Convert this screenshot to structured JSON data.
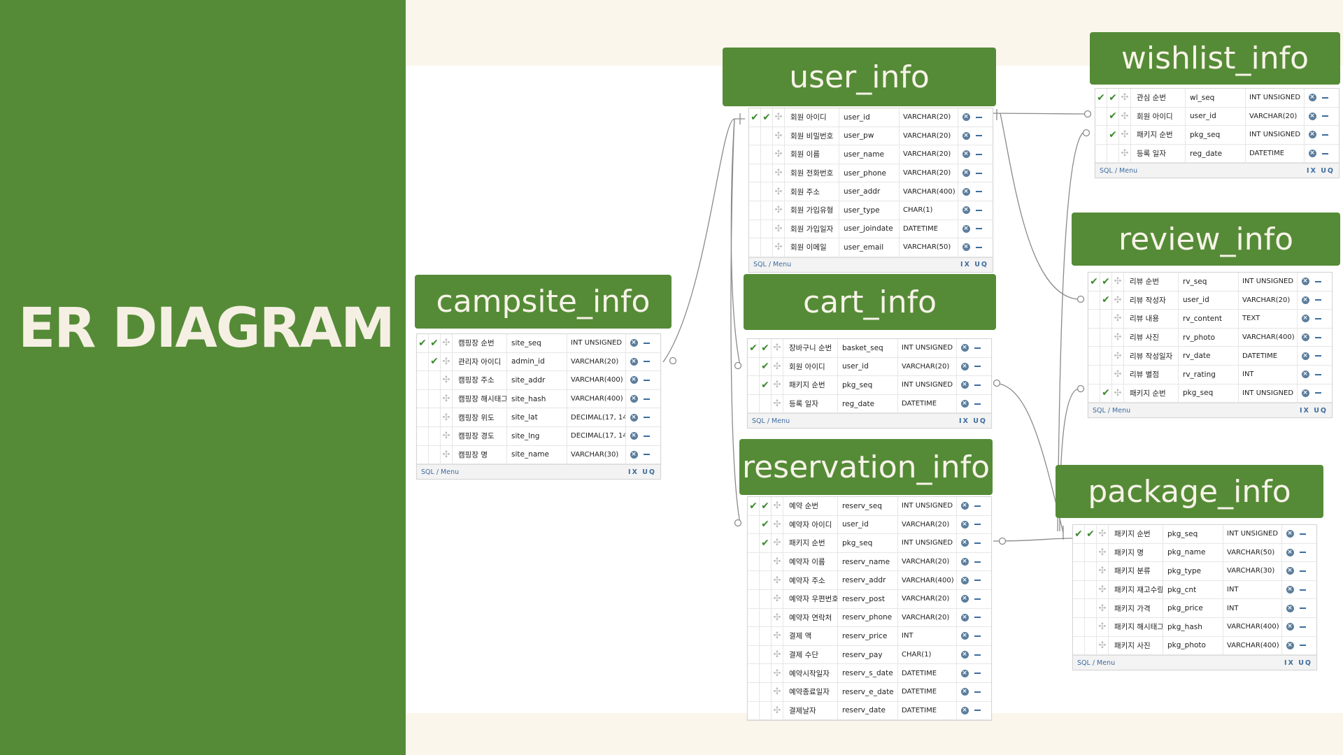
{
  "title": "ER DIAGRAM",
  "footer_sql": "SQL / Menu",
  "footer_tools": "IX UQ",
  "tables": {
    "user_info": {
      "name": "user_info",
      "rows": [
        {
          "comment": "회원 아이디",
          "column": "user_id",
          "type": "VARCHAR(20)"
        },
        {
          "comment": "회원 비밀번호",
          "column": "user_pw",
          "type": "VARCHAR(20)"
        },
        {
          "comment": "회원 이름",
          "column": "user_name",
          "type": "VARCHAR(20)"
        },
        {
          "comment": "회원 전화번호",
          "column": "user_phone",
          "type": "VARCHAR(20)"
        },
        {
          "comment": "회원 주소",
          "column": "user_addr",
          "type": "VARCHAR(400)"
        },
        {
          "comment": "회원 가입유형",
          "column": "user_type",
          "type": "CHAR(1)"
        },
        {
          "comment": "회원 가입일자",
          "column": "user_joindate",
          "type": "DATETIME"
        },
        {
          "comment": "회원 이메일",
          "column": "user_email",
          "type": "VARCHAR(50)"
        }
      ]
    },
    "campsite_info": {
      "name": "campsite_info",
      "rows": [
        {
          "comment": "캠핑장 순번",
          "column": "site_seq",
          "type": "INT UNSIGNED"
        },
        {
          "comment": "관리자 아이디",
          "column": "admin_id",
          "type": "VARCHAR(20)"
        },
        {
          "comment": "캠핑장 주소",
          "column": "site_addr",
          "type": "VARCHAR(400)"
        },
        {
          "comment": "캠핑장 해시태그",
          "column": "site_hash",
          "type": "VARCHAR(400)"
        },
        {
          "comment": "캠핑장 위도",
          "column": "site_lat",
          "type": "DECIMAL(17, 14"
        },
        {
          "comment": "캠핑장 경도",
          "column": "site_lng",
          "type": "DECIMAL(17, 14"
        },
        {
          "comment": "캠핑장 명",
          "column": "site_name",
          "type": "VARCHAR(30)"
        }
      ]
    },
    "cart_info": {
      "name": "cart_info",
      "rows": [
        {
          "comment": "장바구니 순번",
          "column": "basket_seq",
          "type": "INT UNSIGNED"
        },
        {
          "comment": "회원 아이디",
          "column": "user_id",
          "type": "VARCHAR(20)"
        },
        {
          "comment": "패키지 순번",
          "column": "pkg_seq",
          "type": "INT UNSIGNED"
        },
        {
          "comment": "등록 일자",
          "column": "reg_date",
          "type": "DATETIME"
        }
      ]
    },
    "reservation_info": {
      "name": "reservation_info",
      "rows": [
        {
          "comment": "예약 순번",
          "column": "reserv_seq",
          "type": "INT UNSIGNED"
        },
        {
          "comment": "예약자 아이디",
          "column": "user_id",
          "type": "VARCHAR(20)"
        },
        {
          "comment": "패키지 순번",
          "column": "pkg_seq",
          "type": "INT UNSIGNED"
        },
        {
          "comment": "예약자 이름",
          "column": "reserv_name",
          "type": "VARCHAR(20)"
        },
        {
          "comment": "예약자 주소",
          "column": "reserv_addr",
          "type": "VARCHAR(400)"
        },
        {
          "comment": "예약자 우편번호",
          "column": "reserv_post",
          "type": "VARCHAR(20)"
        },
        {
          "comment": "예약자 연락처",
          "column": "reserv_phone",
          "type": "VARCHAR(20)"
        },
        {
          "comment": "결제 액",
          "column": "reserv_price",
          "type": "INT"
        },
        {
          "comment": "결제 수단",
          "column": "reserv_pay",
          "type": "CHAR(1)"
        },
        {
          "comment": "예약시작일자",
          "column": "reserv_s_date",
          "type": "DATETIME"
        },
        {
          "comment": "예약종료일자",
          "column": "reserv_e_date",
          "type": "DATETIME"
        },
        {
          "comment": "결제날자",
          "column": "reserv_date",
          "type": "DATETIME"
        }
      ]
    },
    "wishlist_info": {
      "name": "wishlist_info",
      "rows": [
        {
          "comment": "관심 순번",
          "column": "wl_seq",
          "type": "INT UNSIGNED"
        },
        {
          "comment": "회원 아이디",
          "column": "user_id",
          "type": "VARCHAR(20)"
        },
        {
          "comment": "패키지 순번",
          "column": "pkg_seq",
          "type": "INT UNSIGNED"
        },
        {
          "comment": "등록 일자",
          "column": "reg_date",
          "type": "DATETIME"
        }
      ]
    },
    "review_info": {
      "name": "review_info",
      "rows": [
        {
          "comment": "리뷰 순번",
          "column": "rv_seq",
          "type": "INT UNSIGNED"
        },
        {
          "comment": "리뷰 작성자",
          "column": "user_id",
          "type": "VARCHAR(20)"
        },
        {
          "comment": "리뷰 내용",
          "column": "rv_content",
          "type": "TEXT"
        },
        {
          "comment": "리뷰 사진",
          "column": "rv_photo",
          "type": "VARCHAR(400)"
        },
        {
          "comment": "리뷰 작성일자",
          "column": "rv_date",
          "type": "DATETIME"
        },
        {
          "comment": "리뷰 별점",
          "column": "rv_rating",
          "type": "INT"
        },
        {
          "comment": "패키지 순번",
          "column": "pkg_seq",
          "type": "INT UNSIGNED"
        }
      ]
    },
    "package_info": {
      "name": "package_info",
      "rows": [
        {
          "comment": "패키지 순번",
          "column": "pkg_seq",
          "type": "INT UNSIGNED"
        },
        {
          "comment": "패키지 명",
          "column": "pkg_name",
          "type": "VARCHAR(50)"
        },
        {
          "comment": "패키지 분류",
          "column": "pkg_type",
          "type": "VARCHAR(30)"
        },
        {
          "comment": "패키지 재고수량",
          "column": "pkg_cnt",
          "type": "INT"
        },
        {
          "comment": "패키지 가격",
          "column": "pkg_price",
          "type": "INT"
        },
        {
          "comment": "패키지 해시태그",
          "column": "pkg_hash",
          "type": "VARCHAR(400)"
        },
        {
          "comment": "패키지 사진",
          "column": "pkg_photo",
          "type": "VARCHAR(400)"
        }
      ]
    }
  }
}
